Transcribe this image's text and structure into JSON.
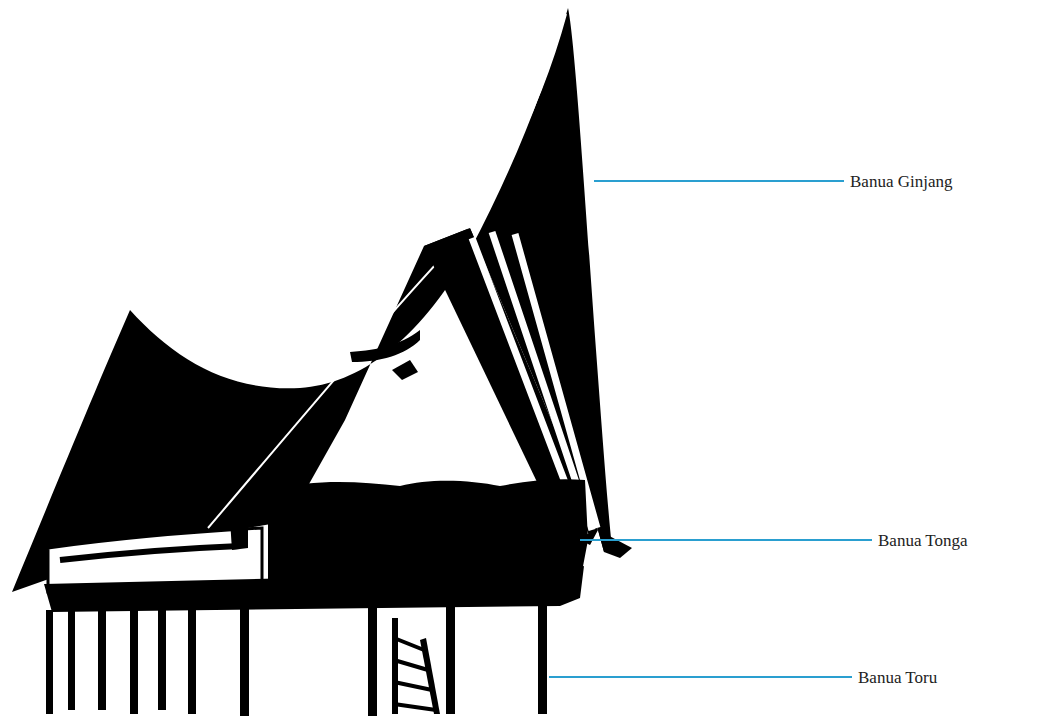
{
  "diagram": {
    "labels": [
      "Banua Ginjang",
      "Banua Tonga",
      "Banua Toru"
    ]
  }
}
